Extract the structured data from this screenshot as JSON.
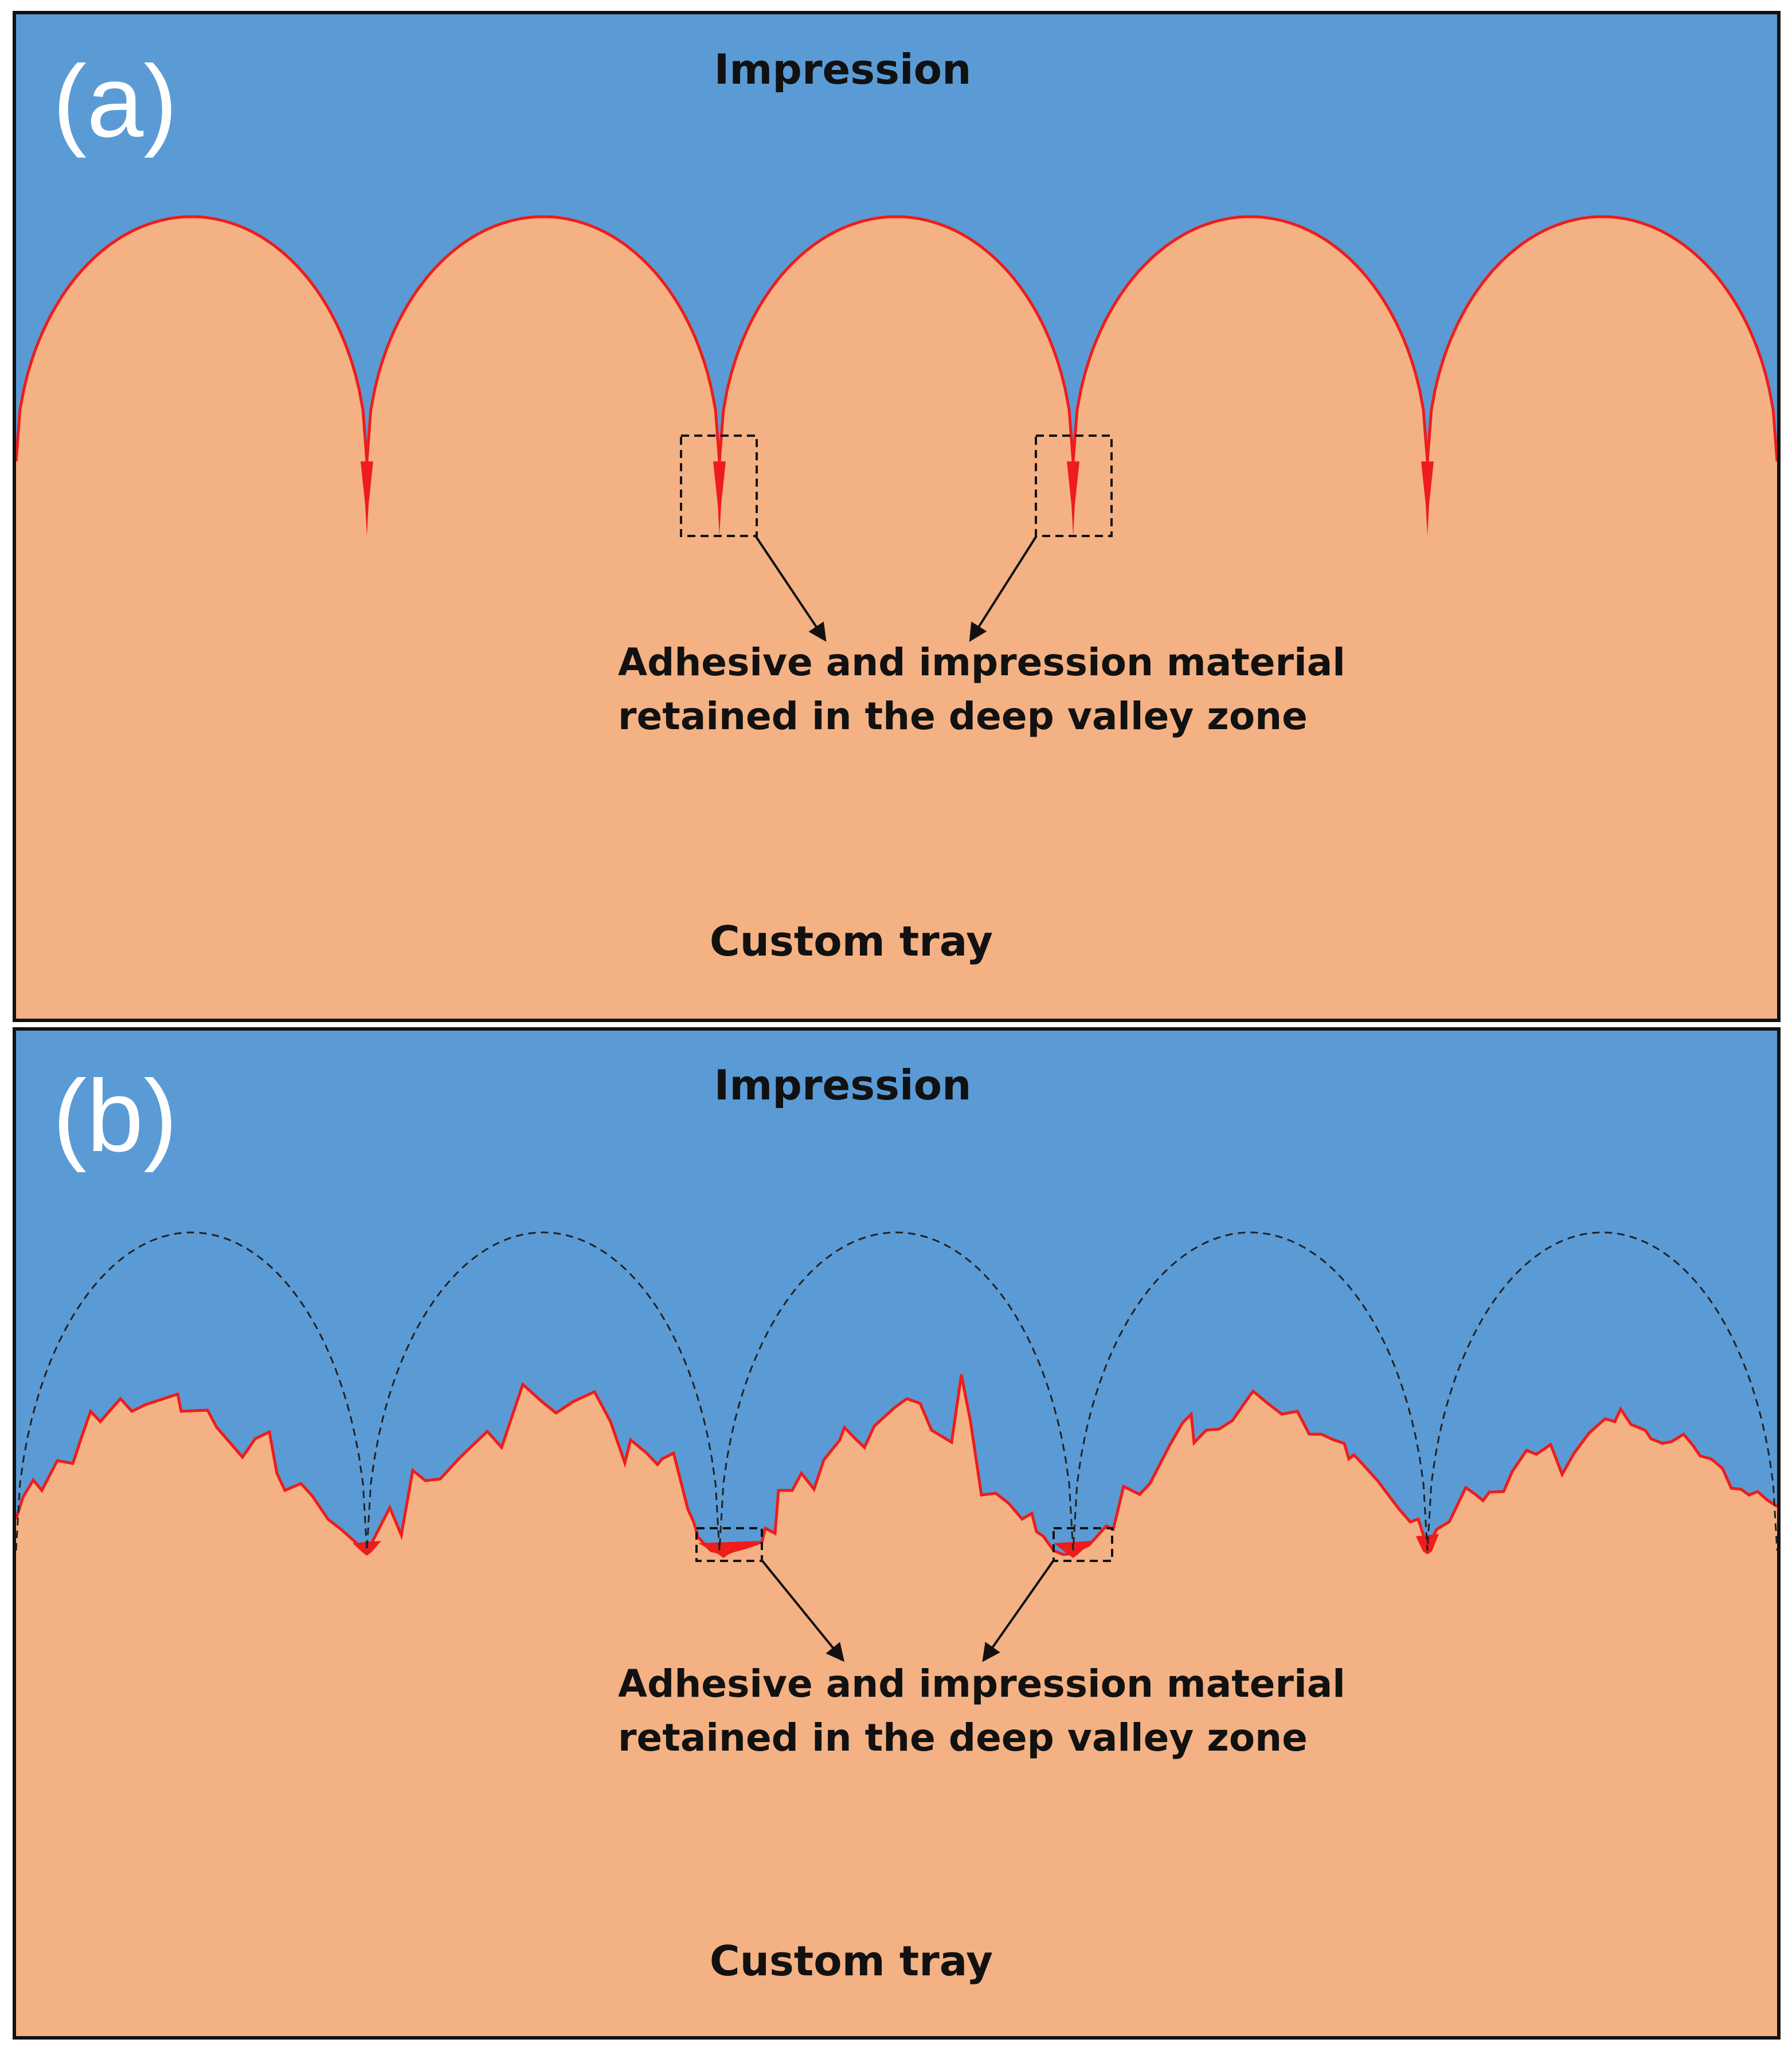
{
  "colors": {
    "impression": "#5B9BD5",
    "tray": "#F4B183",
    "adhesive": "#EE1C1C",
    "frame": "#111111",
    "text": "#111111",
    "panel_letter": "#ffffff"
  },
  "panels": [
    {
      "letter": "(a)",
      "top_label": "Impression",
      "bottom_label": "Custom tray",
      "annotation_line1": "Adhesive and impression material",
      "annotation_line2": "retained in the deep valley zone"
    },
    {
      "letter": "(b)",
      "top_label": "Impression",
      "bottom_label": "Custom tray",
      "annotation_line1": "Adhesive and impression material",
      "annotation_line2": "retained in the deep valley zone"
    }
  ]
}
